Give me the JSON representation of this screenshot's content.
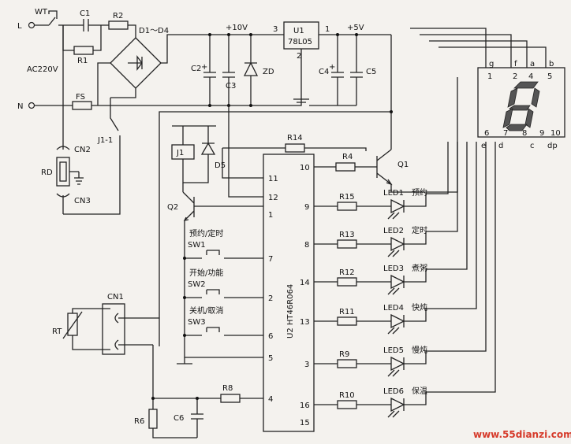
{
  "labels": {
    "L": "L",
    "N": "N",
    "ac": "AC220V",
    "wt": "WT",
    "c1": "C1",
    "r2": "R2",
    "r1": "R1",
    "d1d4": "D1～D4",
    "fs": "FS",
    "j11": "J1-1",
    "cn2": "CN2",
    "cn3": "CN3",
    "rd": "RD",
    "v10": "+10V",
    "v5": "+5V",
    "u1": "U1",
    "u1part": "78L05",
    "pin3": "3",
    "pin2": "2",
    "pin1": "1",
    "c2": "C2",
    "c3": "C3",
    "zd": "ZD",
    "c4": "C4",
    "c5": "C5",
    "j1": "J1",
    "d5": "D5",
    "q2": "Q2",
    "q1": "Q1",
    "r14": "R14",
    "r4": "R4",
    "u2": "U2  HT46R064",
    "sw1lbl": "预约/定时",
    "sw1": "SW1",
    "sw2lbl": "开始/功能",
    "sw2": "SW2",
    "sw3lbl": "关机/取消",
    "sw3": "SW3",
    "cn1": "CN1",
    "rt": "RT",
    "r8": "R8",
    "r6": "R6",
    "c6": "C6",
    "watermark": "www.55dianzi.com"
  },
  "ic_pins": {
    "left": [
      {
        "n": "11"
      },
      {
        "n": "12"
      },
      {
        "n": "1"
      },
      {
        "n": "7"
      },
      {
        "n": "2"
      },
      {
        "n": "6"
      },
      {
        "n": "5"
      },
      {
        "n": "4"
      }
    ],
    "right": [
      {
        "n": "10"
      },
      {
        "n": "9"
      },
      {
        "n": "8"
      },
      {
        "n": "14"
      },
      {
        "n": "13"
      },
      {
        "n": "3"
      },
      {
        "n": "16"
      },
      {
        "n": "15"
      }
    ]
  },
  "leds": [
    {
      "r": "R15",
      "led": "LED1",
      "name": "预约"
    },
    {
      "r": "R13",
      "led": "LED2",
      "name": "定时"
    },
    {
      "r": "R12",
      "led": "LED3",
      "name": "煮粥"
    },
    {
      "r": "R11",
      "led": "LED4",
      "name": "快炖"
    },
    {
      "r": "R9",
      "led": "LED5",
      "name": "慢炖"
    },
    {
      "r": "R10",
      "led": "LED6",
      "name": "保温"
    }
  ],
  "display": {
    "top_letters": [
      "g",
      "f",
      "a",
      "b"
    ],
    "top_pins": [
      "1",
      "2",
      "4",
      "5"
    ],
    "bottom_pins": [
      "6",
      "7",
      "8",
      "9",
      "10"
    ],
    "bottom_letters": [
      "e",
      "d",
      "c",
      "dp"
    ]
  }
}
